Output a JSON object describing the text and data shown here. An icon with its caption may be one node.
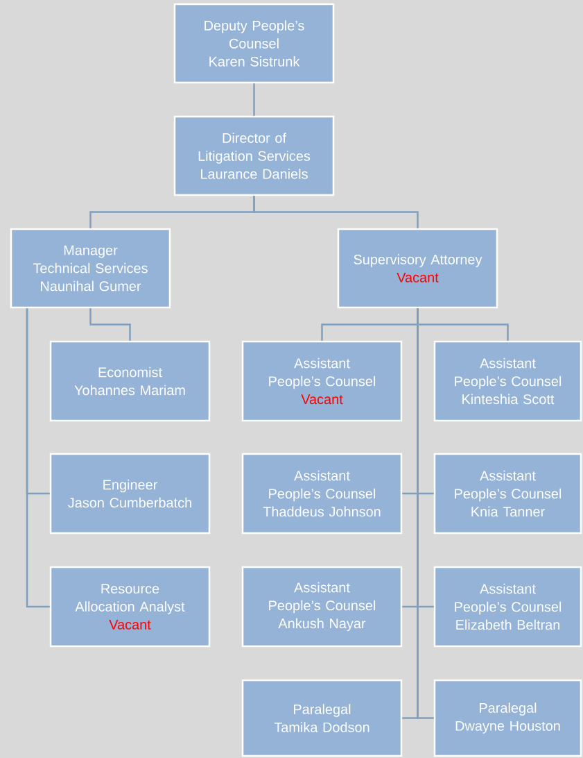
{
  "diagram": {
    "nodes": [
      {
        "text": [
          "Deputy People’s Counsel",
          "Karen Sistrunk"
        ]
      },
      {
        "text": [
          "Director of Litigation Services",
          "Laurance Daniels"
        ]
      },
      {
        "text": [
          "Manager Technical Services",
          "Naunihal Gumer"
        ]
      },
      {
        "text": [
          "Supervisory Attorney",
          "Vacant"
        ]
      },
      {
        "text": [
          "Economist",
          "Yohannes Mariam"
        ]
      },
      {
        "text": [
          "Assistant People’s Counsel",
          "Vacant"
        ]
      },
      {
        "text": [
          "Assistant People’s Counsel",
          "Kinteshia Scott"
        ]
      },
      {
        "text": [
          "Engineer",
          "Jason Cumberbatch"
        ]
      },
      {
        "text": [
          "Assistant People’s Counsel",
          "Thaddeus Johnson"
        ]
      },
      {
        "text": [
          "Assistant People’s Counsel",
          "Knia Tanner"
        ]
      },
      {
        "text": [
          "Resource Allocation Analyst",
          "Vacant"
        ]
      },
      {
        "text": [
          "Assistant People’s Counsel",
          "Ankush Nayar"
        ]
      },
      {
        "text": [
          "Assistant People’s Counsel",
          "Elizabeth Beltran"
        ]
      },
      {
        "text": [
          "Paralegal",
          "Tamika Dodson"
        ]
      },
      {
        "text": [
          "Paralegal",
          "Dwayne Houston"
        ]
      }
    ],
    "edges": [
      {
        "from": 0,
        "to": 1,
        "arrow": "none"
      },
      {
        "from": 1,
        "to": 2,
        "arrow": "none"
      },
      {
        "from": 1,
        "to": 3,
        "arrow": "none"
      },
      {
        "from": 2,
        "to": 4,
        "arrow": "none"
      },
      {
        "from": 2,
        "to": 7,
        "arrow": "none"
      },
      {
        "from": 2,
        "to": 10,
        "arrow": "none"
      },
      {
        "from": 3,
        "to": 5,
        "arrow": "none"
      },
      {
        "from": 3,
        "to": 6,
        "arrow": "none"
      },
      {
        "from": 3,
        "to": 8,
        "arrow": "none"
      },
      {
        "from": 3,
        "to": 9,
        "arrow": "none"
      },
      {
        "from": 3,
        "to": 11,
        "arrow": "none"
      },
      {
        "from": 3,
        "to": 12,
        "arrow": "none"
      },
      {
        "from": 3,
        "to": 13,
        "arrow": "none"
      },
      {
        "from": 3,
        "to": 14,
        "arrow": "none"
      }
    ]
  }
}
